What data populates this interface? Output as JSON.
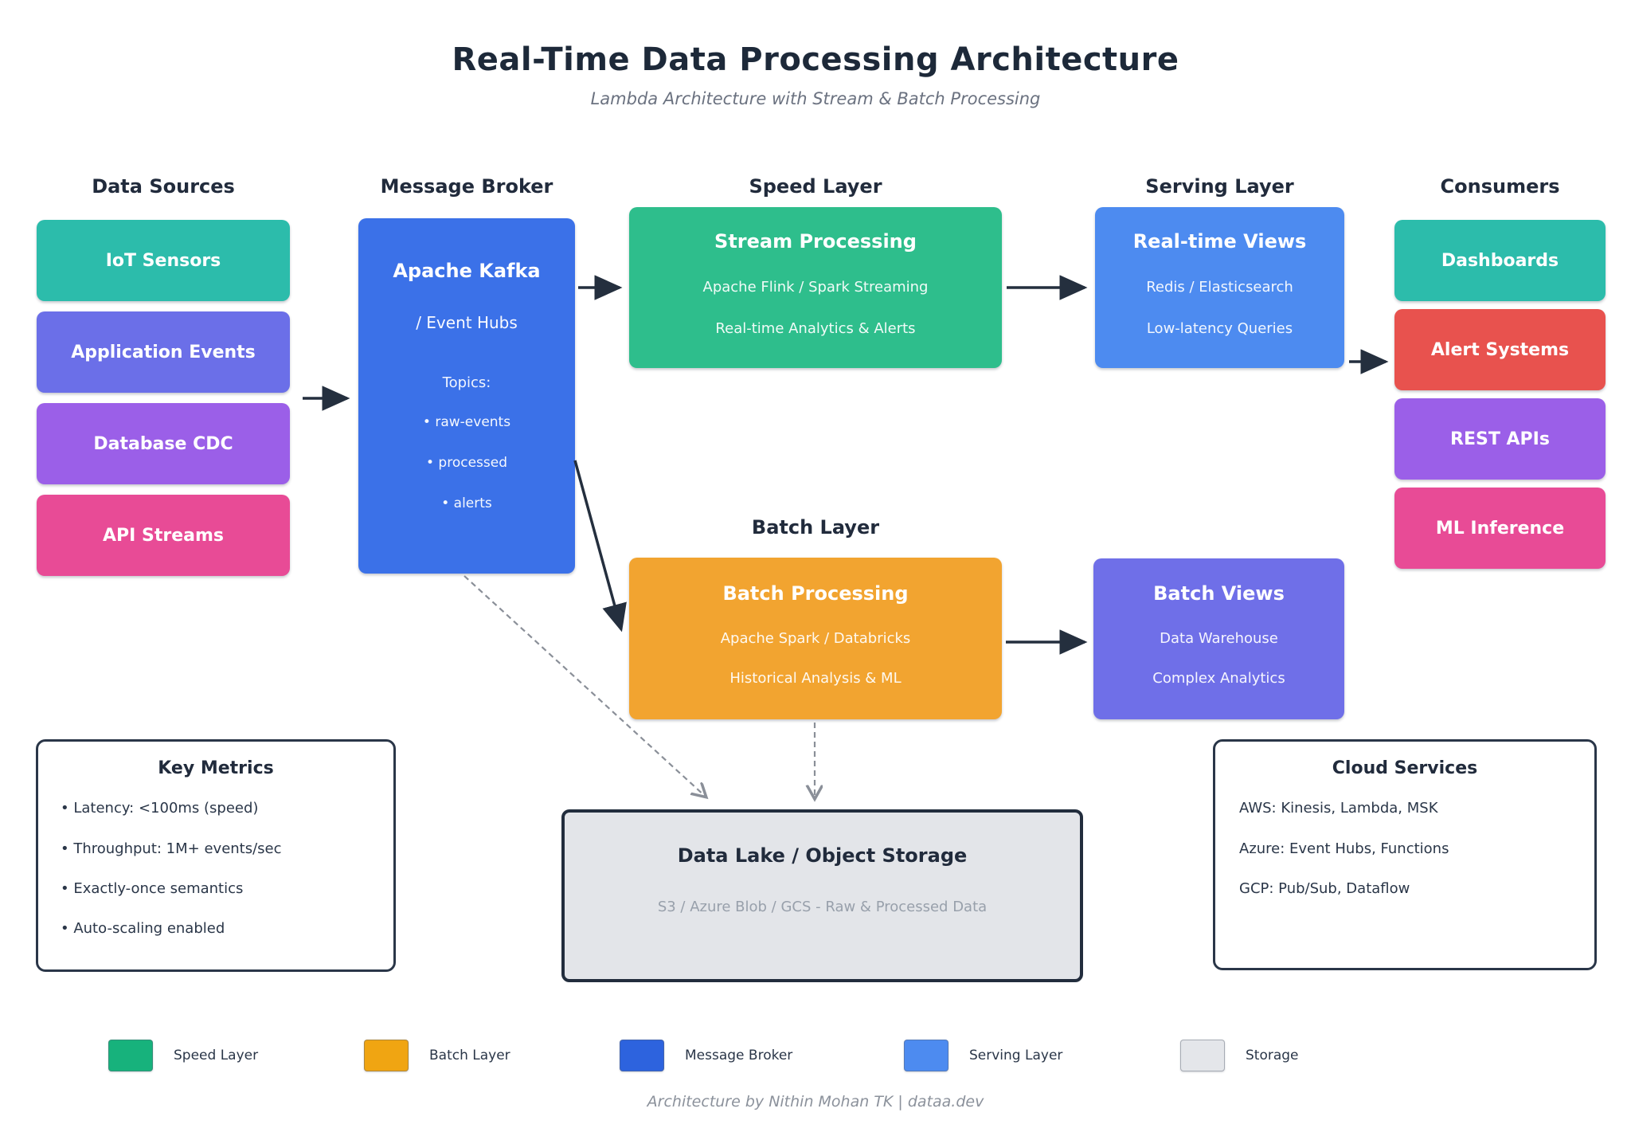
{
  "header": {
    "title": "Real-Time Data Processing Architecture",
    "subtitle": "Lambda Architecture with Stream & Batch Processing"
  },
  "column_headers": {
    "data_sources": "Data Sources",
    "message_broker": "Message Broker",
    "speed_layer": "Speed Layer",
    "serving_layer": "Serving Layer",
    "consumers": "Consumers",
    "batch_layer": "Batch Layer"
  },
  "data_sources": {
    "items": [
      {
        "label": "IoT Sensors",
        "color": "#2cbcab"
      },
      {
        "label": "Application Events",
        "color": "#6b6fe8"
      },
      {
        "label": "Database CDC",
        "color": "#9b5fe8"
      },
      {
        "label": "API Streams",
        "color": "#e84b96"
      }
    ]
  },
  "message_broker": {
    "color": "#3b71e8",
    "title": "Apache Kafka",
    "subtitle": "/ Event Hubs",
    "topics_label": "Topics:",
    "topics": [
      "• raw-events",
      "• processed",
      "• alerts"
    ]
  },
  "speed_layer": {
    "color": "#2ebe8c",
    "title": "Stream Processing",
    "line1": "Apache Flink / Spark Streaming",
    "line2": "Real-time Analytics & Alerts"
  },
  "serving_layer": {
    "color": "#4d8bf0",
    "title": "Real-time Views",
    "line1": "Redis / Elasticsearch",
    "line2": "Low-latency Queries"
  },
  "batch_layer": {
    "color": "#f2a430",
    "title": "Batch Processing",
    "line1": "Apache Spark / Databricks",
    "line2": "Historical Analysis & ML"
  },
  "batch_views": {
    "color": "#6f6fe8",
    "title": "Batch Views",
    "line1": "Data Warehouse",
    "line2": "Complex Analytics"
  },
  "consumers": {
    "items": [
      {
        "label": "Dashboards",
        "color": "#2cbcab"
      },
      {
        "label": "Alert Systems",
        "color": "#e8524e"
      },
      {
        "label": "REST APIs",
        "color": "#9b5fe8"
      },
      {
        "label": "ML Inference",
        "color": "#e84b96"
      }
    ]
  },
  "key_metrics": {
    "title": "Key Metrics",
    "items": [
      "• Latency: <100ms (speed)",
      "• Throughput: 1M+ events/sec",
      "• Exactly-once semantics",
      "• Auto-scaling enabled"
    ]
  },
  "data_lake": {
    "title": "Data Lake / Object Storage",
    "subtitle": "S3 / Azure Blob / GCS - Raw & Processed Data"
  },
  "cloud_services": {
    "title": "Cloud Services",
    "items": [
      "AWS: Kinesis, Lambda, MSK",
      "Azure: Event Hubs, Functions",
      "GCP: Pub/Sub, Dataflow"
    ]
  },
  "legend": {
    "items": [
      {
        "label": "Speed Layer",
        "color": "#17b27c"
      },
      {
        "label": "Batch Layer",
        "color": "#f0a512"
      },
      {
        "label": "Message Broker",
        "color": "#2d63de"
      },
      {
        "label": "Serving Layer",
        "color": "#4d8bf0"
      },
      {
        "label": "Storage",
        "color": "#e4e6ea"
      }
    ]
  },
  "footer": {
    "credit": "Architecture by Nithin Mohan TK | dataa.dev"
  },
  "colors": {
    "arrow_solid": "#242f3e",
    "arrow_dashed": "#8a8f98",
    "navy_text": "#212b3c"
  }
}
